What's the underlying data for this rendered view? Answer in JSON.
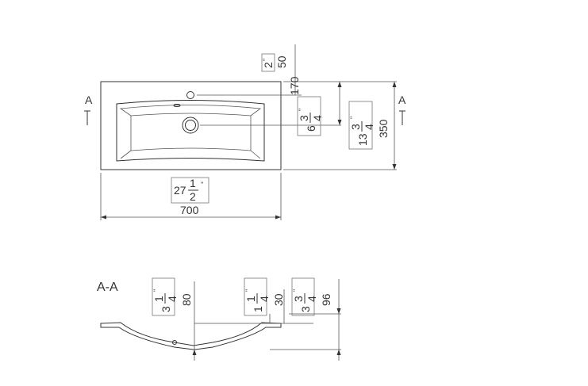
{
  "top_view": {
    "section_mark": "A",
    "width_mm": "700",
    "width_in_whole": "27",
    "width_in_num": "1",
    "width_in_den": "2",
    "tap_offset_mm": "50",
    "tap_offset_in": "2",
    "drain_offset_mm": "170",
    "drain_offset_in_whole": "6",
    "drain_offset_in_num": "3",
    "drain_offset_in_den": "4",
    "depth_mm": "350",
    "depth_in_whole": "13",
    "depth_in_num": "3",
    "depth_in_den": "4",
    "inch_mark": "\""
  },
  "section_view": {
    "title": "A-A",
    "bowl_depth_mm": "80",
    "bowl_depth_in_whole": "3",
    "bowl_depth_in_num": "1",
    "bowl_depth_in_den": "4",
    "rim_height_mm": "30",
    "rim_height_in_whole": "1",
    "rim_height_in_num": "1",
    "rim_height_in_den": "4",
    "total_height_mm": "96",
    "total_height_in_whole": "3",
    "total_height_in_num": "3",
    "total_height_in_den": "4",
    "inch_mark": "\""
  }
}
